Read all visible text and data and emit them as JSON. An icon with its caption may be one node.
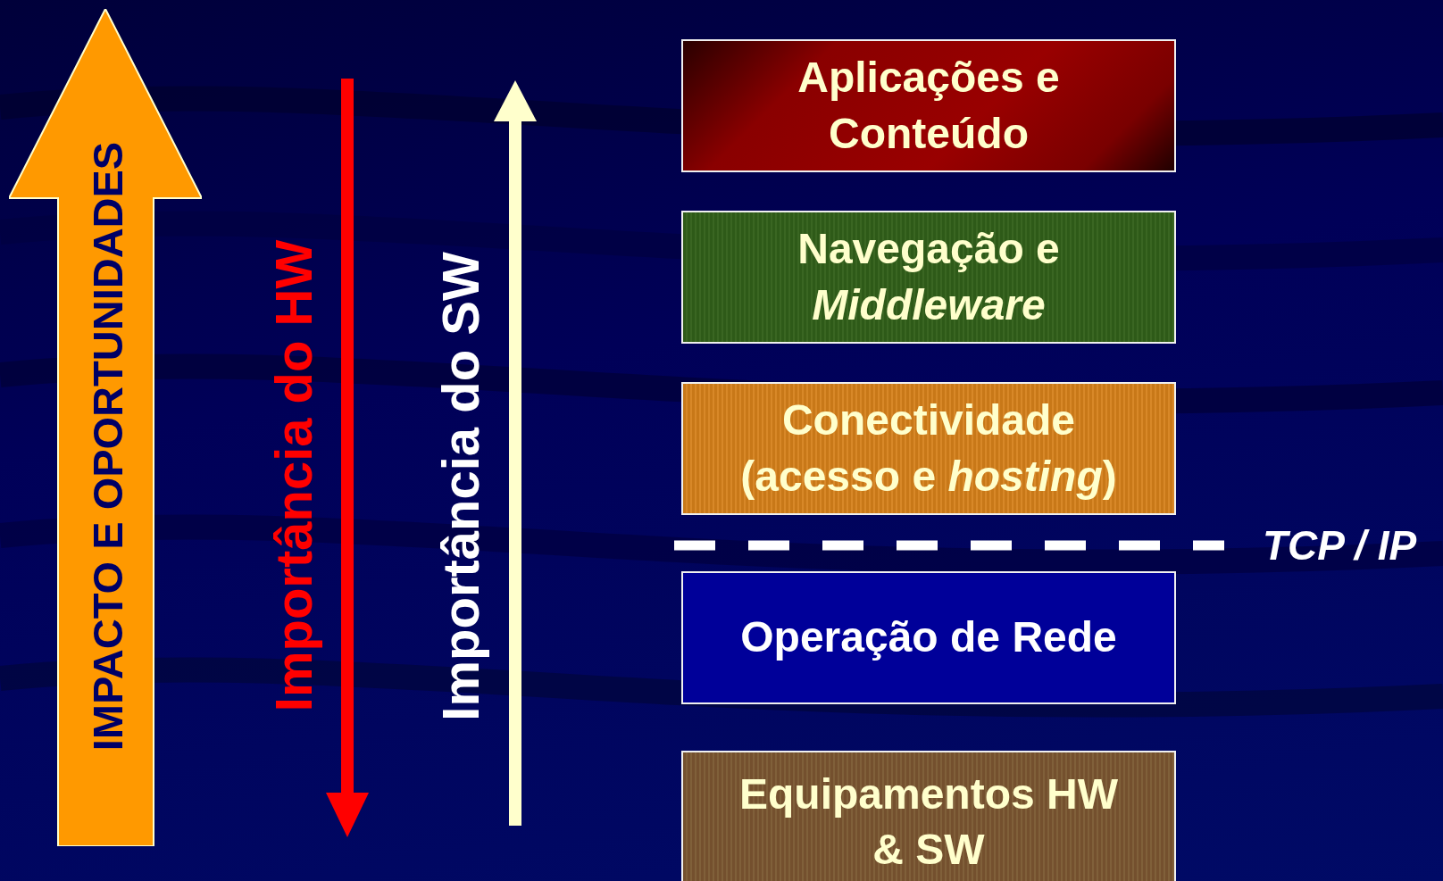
{
  "diagram": {
    "nodes": [
      {
        "text": [
          "IMPACTO E OPORTUNIDADES"
        ]
      },
      {
        "text": [
          "Aplicações e Conteúdo"
        ]
      },
      {
        "text": [
          "Navegação e *Middleware*"
        ]
      },
      {
        "text": [
          "Conectividade (acesso e *hosting*)"
        ]
      },
      {
        "text": [
          "Operação de Rede"
        ]
      },
      {
        "text": [
          "Equipamentos HW & SW"
        ]
      }
    ],
    "labels": [
      "Importância do HW",
      "Importância do SW",
      "TCP / IP"
    ]
  }
}
